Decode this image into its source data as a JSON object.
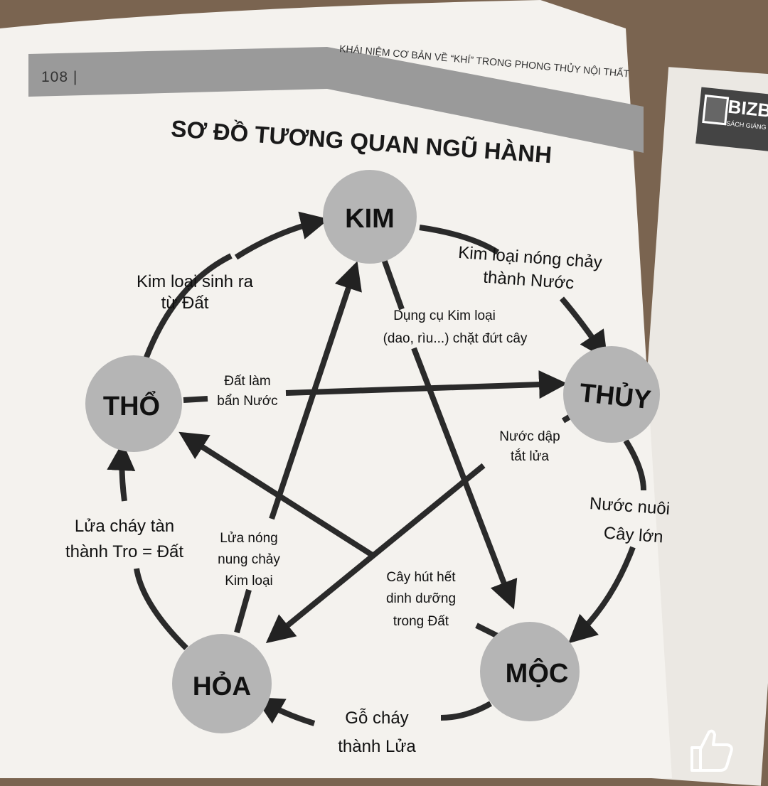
{
  "page": {
    "number": "108 |",
    "header": "KHÁI NIỆM CƠ BẢN VỀ “KHÍ” TRONG PHONG THỦY NỘI THẤT",
    "title": "SƠ ĐỒ TƯƠNG QUAN NGŨ HÀNH"
  },
  "publisher_logo": {
    "text": "BIZB",
    "sub": "SÁCH GIÁNG"
  },
  "diagram": {
    "nodes": {
      "kim": "KIM",
      "thuy": "THỦY",
      "moc": "MỘC",
      "hoa": "HỎA",
      "tho": "THỔ"
    },
    "generating": {
      "kim_thuy": [
        "Kim loại nóng chảy",
        "thành Nước"
      ],
      "thuy_moc": [
        "Nước nuôi",
        "Cây lớn"
      ],
      "moc_hoa": [
        "Gỗ cháy",
        "thành Lửa"
      ],
      "hoa_tho": [
        "Lửa cháy tàn",
        "thành Tro = Đất"
      ],
      "tho_kim": [
        "Kim loại sinh ra",
        "từ Đất"
      ]
    },
    "controlling": {
      "kim_moc": [
        "Dụng cụ Kim loại",
        "(dao, rìu...) chặt đứt cây"
      ],
      "tho_thuy": [
        "Đất làm",
        "bẩn Nước"
      ],
      "thuy_hoa": [
        "Nước dập",
        "tắt lửa"
      ],
      "hoa_kim": [
        "Lửa nóng",
        "nung chảy",
        "Kim loại"
      ],
      "moc_tho": [
        "Cây hút hết",
        "dinh dưỡng",
        "trong Đất"
      ]
    },
    "colors": {
      "node_fill": "#b5b5b5",
      "line": "#2a2a2a"
    }
  }
}
